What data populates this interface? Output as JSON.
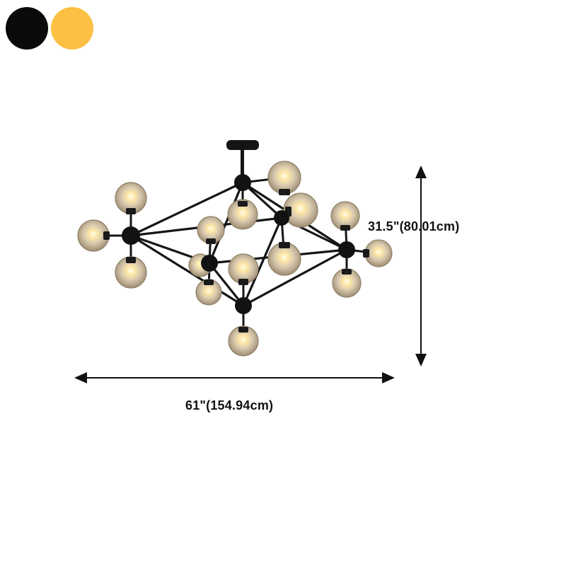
{
  "color_options": [
    {
      "name": "black",
      "hex": "#0a0a0a"
    },
    {
      "name": "amber",
      "hex": "#fdc044"
    }
  ],
  "dimensions": {
    "height_text": "31.5\"(80.01cm)",
    "width_text": "61\"(154.94cm)"
  },
  "colors": {
    "frame": "#151515",
    "glass": "#d9c7a8",
    "bulb_glow": "#fff2c8",
    "arrow": "#111111"
  },
  "icons": [
    "chandelier-illustration",
    "double-arrow-vertical-icon",
    "double-arrow-horizontal-icon"
  ]
}
